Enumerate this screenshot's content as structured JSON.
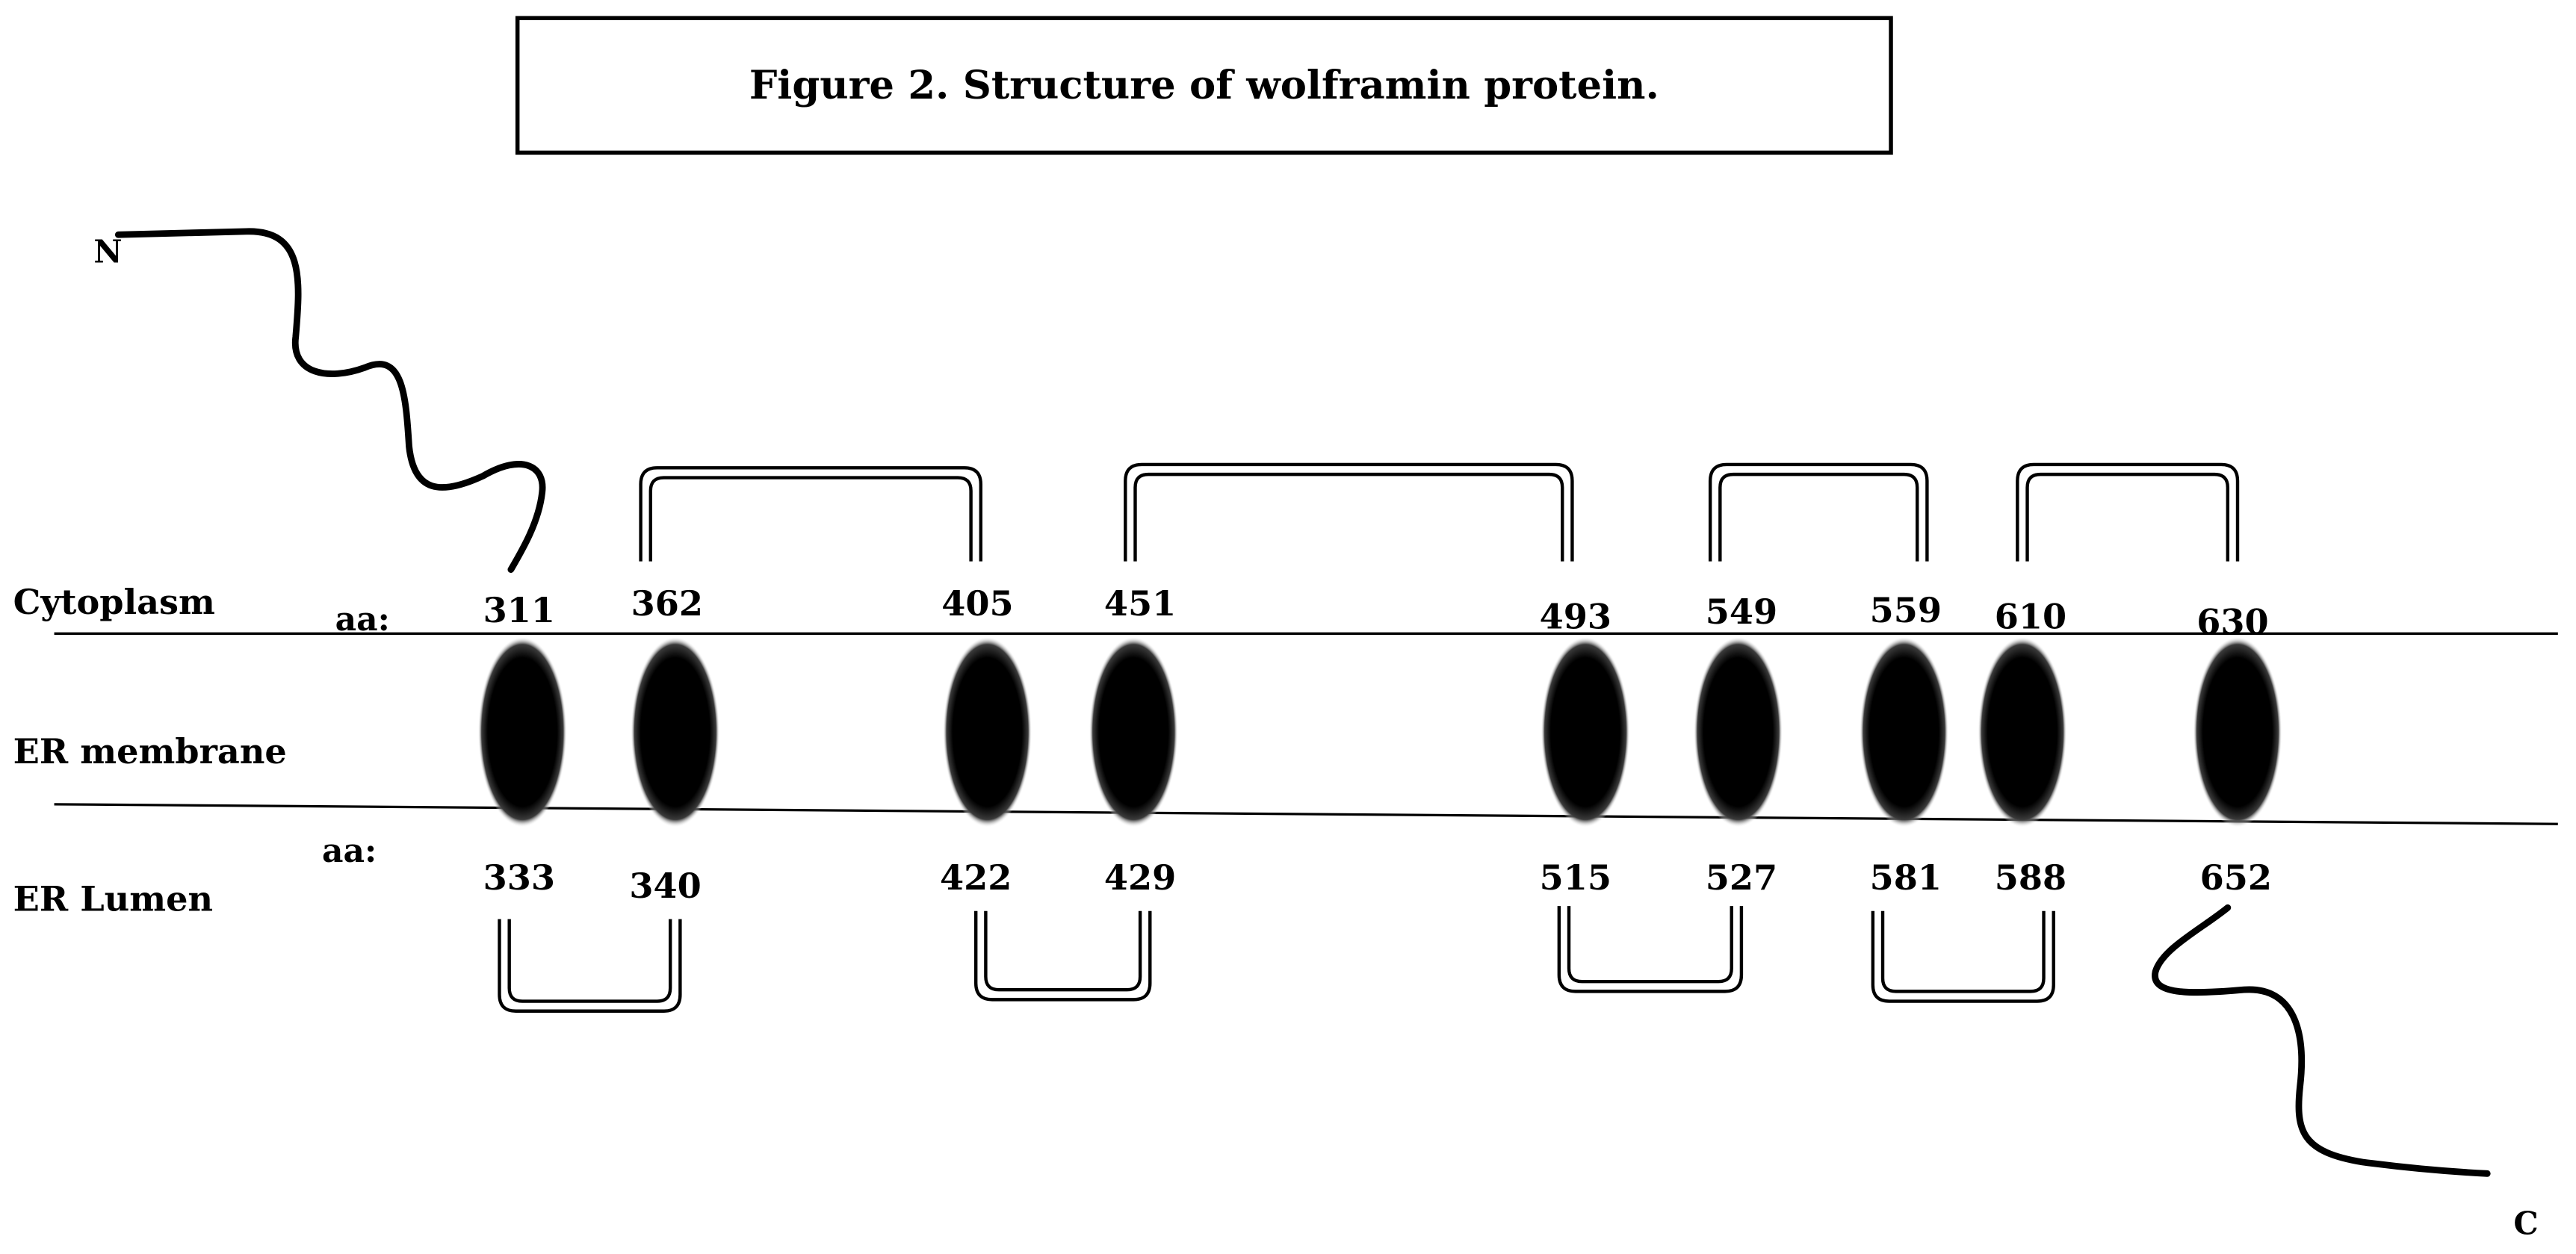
{
  "title": "Figure 2. Structure of wolframin protein.",
  "terminals": {
    "n": "N",
    "c": "C"
  },
  "regions": {
    "cytoplasm": "Cytoplasm",
    "membrane": "ER membrane",
    "lumen": "ER Lumen"
  },
  "aa_prefix": "aa:",
  "cytoplasm_positions": [
    "311",
    "362",
    "405",
    "451",
    "493",
    "549",
    "559",
    "610",
    "630"
  ],
  "lumen_positions": [
    "333",
    "340",
    "422",
    "429",
    "515",
    "527",
    "581",
    "588",
    "652"
  ],
  "colors": {
    "ink": "#000000",
    "background": "#ffffff"
  }
}
